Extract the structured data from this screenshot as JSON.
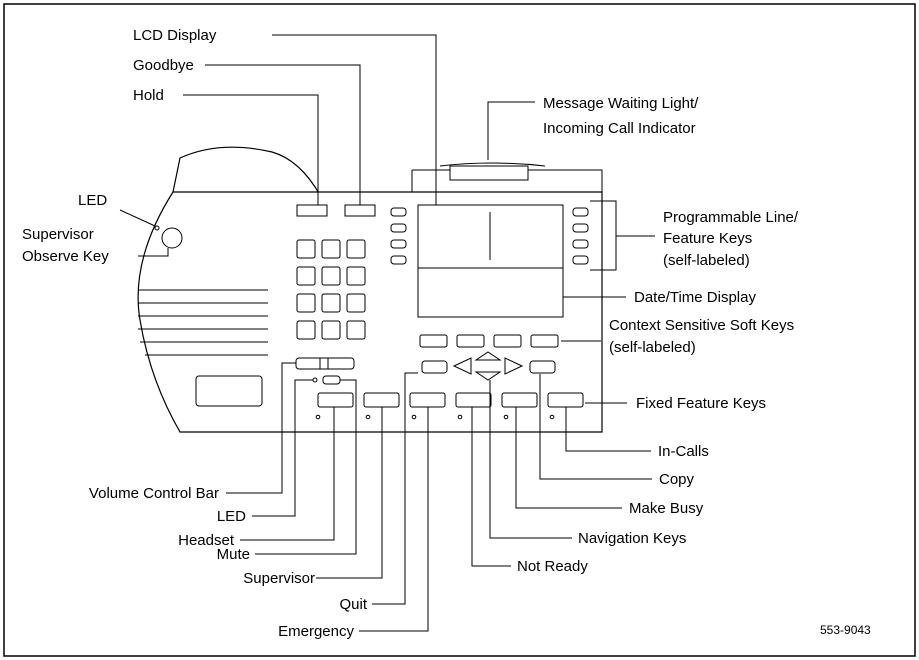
{
  "labels": {
    "lcd_display": "LCD Display",
    "goodbye": "Goodbye",
    "hold": "Hold",
    "message_waiting_1": "Message Waiting Light/",
    "message_waiting_2": "Incoming Call Indicator",
    "led_top": "LED",
    "supervisor_observe_1": "Supervisor",
    "supervisor_observe_2": "Observe Key",
    "prog_line_1": "Programmable Line/",
    "prog_line_2": "Feature Keys",
    "prog_line_3": "(self-labeled)",
    "date_time": "Date/Time Display",
    "context_soft_1": "Context Sensitive Soft Keys",
    "context_soft_2": "(self-labeled)",
    "fixed_feature": "Fixed Feature Keys",
    "in_calls": "In-Calls",
    "copy": "Copy",
    "make_busy": "Make Busy",
    "navigation": "Navigation Keys",
    "not_ready": "Not Ready",
    "volume_control": "Volume Control Bar",
    "led_bottom": "LED",
    "headset": "Headset",
    "mute": "Mute",
    "supervisor": "Supervisor",
    "quit": "Quit",
    "emergency": "Emergency",
    "figure_id": "553-9043"
  }
}
